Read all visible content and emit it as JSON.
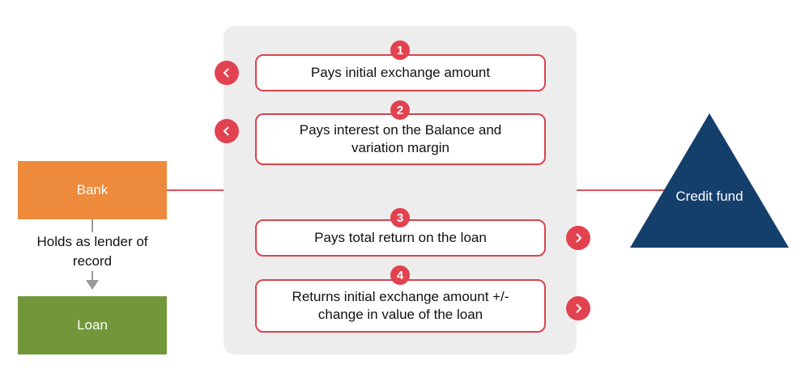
{
  "panel": {
    "steps": [
      {
        "number": "1",
        "text": "Pays initial exchange amount",
        "direction": "left"
      },
      {
        "number": "2",
        "text": "Pays interest on the Balance and variation margin",
        "direction": "left"
      },
      {
        "number": "3",
        "text": "Pays total return on the loan",
        "direction": "right"
      },
      {
        "number": "4",
        "text": "Returns initial exchange amount +/- change in value of the loan",
        "direction": "right"
      }
    ]
  },
  "bank": {
    "label": "Bank"
  },
  "loan": {
    "label": "Loan"
  },
  "relation": {
    "label": "Holds as lender of record"
  },
  "credit_fund": {
    "label": "Credit fund"
  },
  "colors": {
    "accent_red": "#e2424f",
    "bank_orange": "#ee8a3c",
    "loan_green": "#72973a",
    "fund_navy": "#143f6b",
    "panel_gray": "#ededed"
  }
}
